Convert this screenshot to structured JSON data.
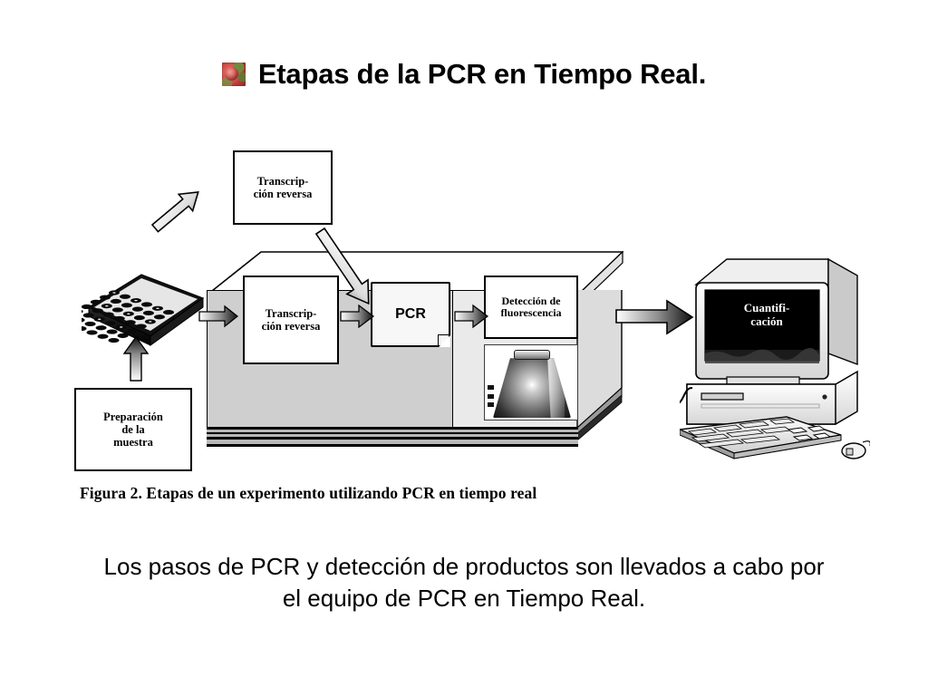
{
  "slide": {
    "title": "Etapas de la PCR en Tiempo Real.",
    "bullet_icon": "rose-image-bullet",
    "body_paragraph": "Los pasos de PCR y detección de productos son llevados a cabo por el equipo de PCR en Tiempo Real."
  },
  "figure": {
    "caption": "Figura 2. Etapas de un experimento utilizando PCR en tiempo real",
    "nodes": {
      "rt_top": "Transcrip-\nción reversa",
      "rt_top_line1": "Transcrip-",
      "rt_top_line2": "ción reversa",
      "prep_line1": "Preparación",
      "prep_line2": "de la",
      "prep_line3": "muestra",
      "rt_in_line1": "Transcrip-",
      "rt_in_line2": "ción reversa",
      "pcr": "PCR",
      "fluor_line1": "Detección de",
      "fluor_line2": "fluorescencia",
      "monitor_line1": "Cuantifi-",
      "monitor_line2": "cación"
    },
    "icons": {
      "sample_plate": "microplate-icon",
      "detector": "fluorescence-detector-icon",
      "computer": "desktop-computer-icon",
      "keyboard": "keyboard-icon",
      "mouse": "mouse-icon"
    },
    "arrows": [
      {
        "name": "arrow-plate-to-rt-top",
        "direction": "up-right",
        "style": "outline"
      },
      {
        "name": "arrow-rt-top-to-machine",
        "direction": "down-right",
        "style": "outline"
      },
      {
        "name": "arrow-prep-to-plate",
        "direction": "up",
        "style": "gradient"
      },
      {
        "name": "arrow-plate-to-machine",
        "direction": "right",
        "style": "gradient"
      },
      {
        "name": "arrow-rt-to-pcr",
        "direction": "right",
        "style": "gradient"
      },
      {
        "name": "arrow-pcr-to-fluor",
        "direction": "right",
        "style": "gradient"
      },
      {
        "name": "arrow-machine-to-computer",
        "direction": "right",
        "style": "gradient"
      }
    ]
  },
  "colors": {
    "background": "#ffffff",
    "text": "#000000",
    "machine_body": "#cfcfcf",
    "machine_panel": "#eaeaea",
    "screen": "#000000",
    "screen_text": "#ffffff"
  }
}
